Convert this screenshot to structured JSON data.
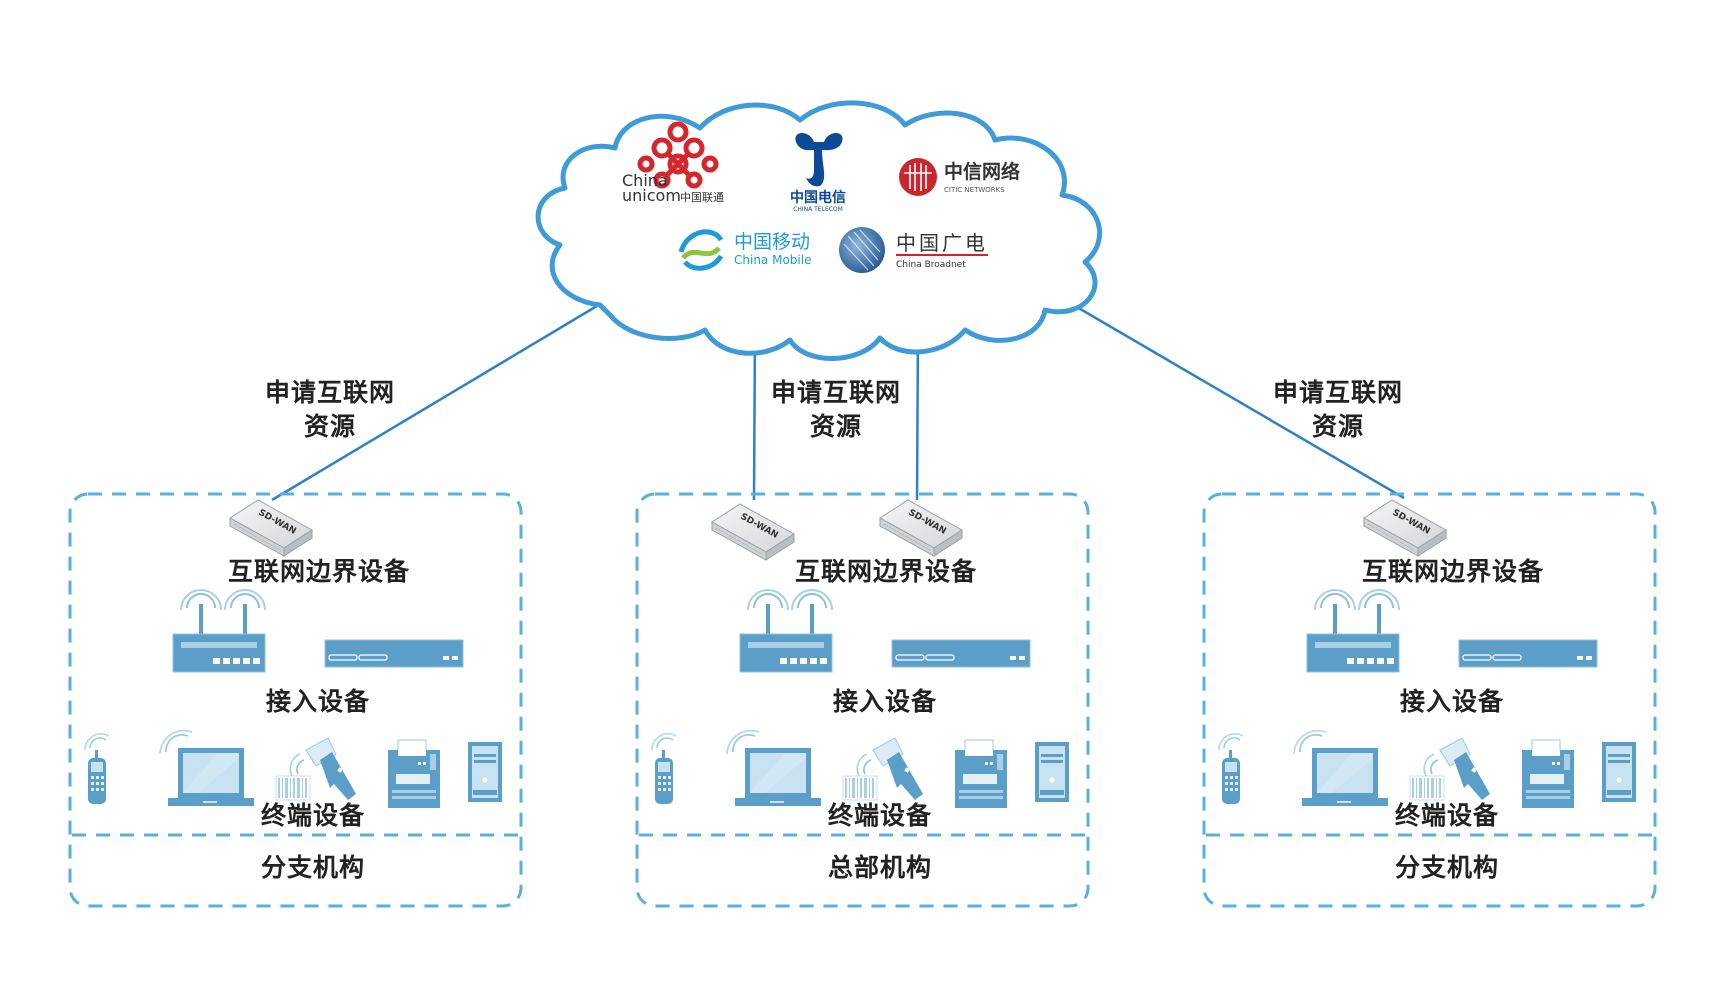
{
  "diagram": {
    "title": "",
    "cloud": {
      "name": "internet-cloud",
      "carriers": [
        {
          "id": "unicom",
          "line1": "China",
          "line2": "unicom",
          "cn": "中国联通",
          "color": "#d7262b"
        },
        {
          "id": "telecom",
          "cn": "中国电信",
          "en": "CHINA TELECOM",
          "color": "#0c4a96"
        },
        {
          "id": "citic",
          "cn": "中信网络",
          "en": "CITIC NETWORKS",
          "color": "#c8282d"
        },
        {
          "id": "mobile",
          "cn": "中国移动",
          "en": "China Mobile",
          "color": "#1d9bd7"
        },
        {
          "id": "broadnet",
          "cn": "中国广电",
          "en": "China Broadnet",
          "color": "#1f5a9a"
        }
      ]
    },
    "links": [
      {
        "label_line1": "申请互联网",
        "label_line2": "资源"
      },
      {
        "label_line1": "申请互联网",
        "label_line2": "资源"
      },
      {
        "label_line1": "申请互联网",
        "label_line2": "资源"
      }
    ],
    "sites": [
      {
        "name": "分支机构",
        "edge_label": "互联网边界设备",
        "access_label": "接入设备",
        "terminal_label": "终端设备",
        "edge_device_count": 1,
        "edge_device_text": "SD-WAN"
      },
      {
        "name": "总部机构",
        "edge_label": "互联网边界设备",
        "access_label": "接入设备",
        "terminal_label": "终端设备",
        "edge_device_count": 2,
        "edge_device_text": "SD-WAN"
      },
      {
        "name": "分支机构",
        "edge_label": "互联网边界设备",
        "access_label": "接入设备",
        "terminal_label": "终端设备",
        "edge_device_count": 1,
        "edge_device_text": "SD-WAN"
      }
    ],
    "terminal_icons": [
      "mobile-phone-icon",
      "laptop-icon",
      "barcode-scanner-icon",
      "pos-terminal-icon",
      "desktop-tower-icon"
    ],
    "access_icons": [
      "wireless-router-icon",
      "network-switch-icon"
    ],
    "colors": {
      "cloud_stroke": "#3f9ad8",
      "link_line": "#2f7fc9",
      "box_dash": "#5ab0dc",
      "device_blue": "#5b9fc8",
      "device_light": "#c9e2f1",
      "sdwan_gray": "#e6e8ea"
    }
  }
}
